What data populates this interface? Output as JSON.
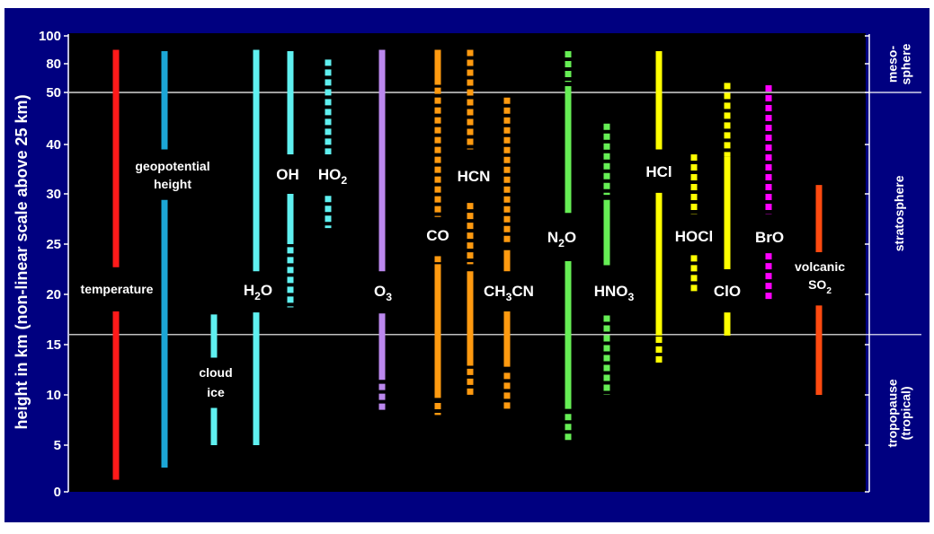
{
  "chart_data": {
    "type": "bar",
    "title": "",
    "ylabel": "height in km  (non-linear scale above 25 km)",
    "ylim": [
      0,
      100
    ],
    "yticks": [
      0,
      5,
      10,
      15,
      20,
      25,
      30,
      40,
      50,
      80,
      100
    ],
    "reference_lines_km": [
      50,
      16
    ],
    "regions": [
      {
        "lines": [
          "meso-",
          "sphere"
        ],
        "from": 50,
        "to": 100
      },
      {
        "lines": [
          "stratosphere"
        ],
        "from": 16,
        "to": 50
      },
      {
        "lines": [
          "tropopause",
          "(tropical)"
        ],
        "from": 0,
        "to": 16
      }
    ],
    "colors": {
      "background": "#000000",
      "frame": "#000080",
      "text": "#ffffff"
    },
    "series": [
      {
        "name": "temperature",
        "label": [
          [
            "temperature",
            ""
          ]
        ],
        "color": "#ff1a1a",
        "segments": [
          [
            90,
            22.7,
            "solid"
          ],
          [
            18.3,
            1.3,
            "solid"
          ]
        ]
      },
      {
        "name": "geopotential height",
        "label": [
          [
            "geopotential",
            ""
          ],
          [
            "height",
            ""
          ]
        ],
        "color": "#1ca6d6",
        "segments": [
          [
            89,
            39,
            "solid"
          ],
          [
            29.4,
            2.6,
            "solid"
          ]
        ]
      },
      {
        "name": "cloud ice",
        "label": [
          [
            "cloud",
            ""
          ],
          [
            "ice",
            ""
          ]
        ],
        "color": "#5ff0f0",
        "segments": [
          [
            18,
            13.7,
            "solid"
          ],
          [
            8.7,
            5,
            "solid"
          ]
        ]
      },
      {
        "name": "H2O",
        "label": [
          [
            "H",
            "2",
            "O"
          ]
        ],
        "color": "#5ff0f0",
        "segments": [
          [
            90,
            22.3,
            "solid"
          ],
          [
            18.2,
            5,
            "solid"
          ]
        ]
      },
      {
        "name": "OH",
        "label": [
          [
            "OH",
            ""
          ]
        ],
        "color": "#5ff0f0",
        "segments": [
          [
            89,
            38,
            "solid"
          ],
          [
            30,
            25,
            "solid"
          ],
          [
            24.7,
            18.7,
            "dotted"
          ]
        ]
      },
      {
        "name": "HO2",
        "label": [
          [
            "HO",
            "2",
            ""
          ]
        ],
        "color": "#5ff0f0",
        "segments": [
          [
            83,
            38,
            "dotted"
          ],
          [
            29.8,
            26.6,
            "dotted"
          ]
        ]
      },
      {
        "name": "O3",
        "label": [
          [
            "O",
            "3",
            ""
          ]
        ],
        "color": "#bb88ee",
        "segments": [
          [
            90,
            22.3,
            "solid"
          ],
          [
            18.1,
            11.5,
            "solid"
          ],
          [
            11.1,
            8.4,
            "dotted"
          ]
        ]
      },
      {
        "name": "CO",
        "label": [
          [
            "CO",
            ""
          ]
        ],
        "color": "#ff9a10",
        "segments": [
          [
            90,
            58,
            "solid"
          ],
          [
            55,
            27.7,
            "dotted"
          ],
          [
            23.8,
            23.2,
            "dotted"
          ],
          [
            23,
            9.7,
            "solid"
          ],
          [
            9.2,
            8,
            "dotted"
          ]
        ]
      },
      {
        "name": "HCN",
        "label": [
          [
            "HCN",
            ""
          ]
        ],
        "color": "#ff9a10",
        "segments": [
          [
            90,
            39,
            "dotted"
          ],
          [
            29.1,
            23,
            "dotted"
          ],
          [
            22.3,
            12.9,
            "solid"
          ],
          [
            12.6,
            9.7,
            "dotted"
          ]
        ]
      },
      {
        "name": "CH3CN",
        "label": [
          [
            "CH",
            "3",
            "CN"
          ]
        ],
        "color": "#ff9a10",
        "segments": [
          [
            49,
            25,
            "dotted"
          ],
          [
            24.4,
            22.3,
            "solid"
          ],
          [
            18.3,
            12.8,
            "solid"
          ],
          [
            12.2,
            8.4,
            "dotted"
          ]
        ]
      },
      {
        "name": "N2O",
        "label": [
          [
            "N",
            "2",
            "O"
          ]
        ],
        "color": "#66ee55",
        "segments": [
          [
            89,
            61,
            "dotted"
          ],
          [
            56.6,
            28.1,
            "solid"
          ],
          [
            23.3,
            8.6,
            "solid"
          ],
          [
            8.1,
            5.4,
            "dotted"
          ]
        ]
      },
      {
        "name": "HNO3",
        "label": [
          [
            "HNO",
            "3",
            ""
          ]
        ],
        "color": "#66ee55",
        "segments": [
          [
            44,
            29.9,
            "dotted"
          ],
          [
            29.4,
            22.9,
            "solid"
          ],
          [
            17.9,
            10,
            "dotted"
          ]
        ]
      },
      {
        "name": "HCl",
        "label": [
          [
            "HCl",
            ""
          ]
        ],
        "color": "#ffff00",
        "segments": [
          [
            89,
            39,
            "solid"
          ],
          [
            30.2,
            15.9,
            "solid"
          ],
          [
            15.8,
            12.9,
            "dotted"
          ]
        ]
      },
      {
        "name": "HOCl",
        "label": [
          [
            "HOCl",
            ""
          ]
        ],
        "color": "#ffff00",
        "segments": [
          [
            38,
            28,
            "dotted"
          ],
          [
            23.9,
            20.3,
            "dotted"
          ]
        ]
      },
      {
        "name": "ClO",
        "label": [
          [
            "ClO",
            ""
          ]
        ],
        "color": "#ffff00",
        "segments": [
          [
            60,
            37.6,
            "dotted"
          ],
          [
            37.6,
            22.5,
            "solid"
          ],
          [
            18.2,
            15.9,
            "solid"
          ]
        ]
      },
      {
        "name": "BrO",
        "label": [
          [
            "BrO",
            ""
          ]
        ],
        "color": "#ff00ff",
        "segments": [
          [
            57.5,
            28,
            "dotted"
          ],
          [
            24.1,
            19.3,
            "dotted"
          ]
        ]
      },
      {
        "name": "volcanic SO2",
        "label": [
          [
            "volcanic",
            ""
          ],
          [
            "SO",
            "2",
            ""
          ]
        ],
        "color": "#ff4a10",
        "segments": [
          [
            31.8,
            24.2,
            "solid"
          ],
          [
            18.9,
            10,
            "solid"
          ]
        ]
      }
    ]
  }
}
